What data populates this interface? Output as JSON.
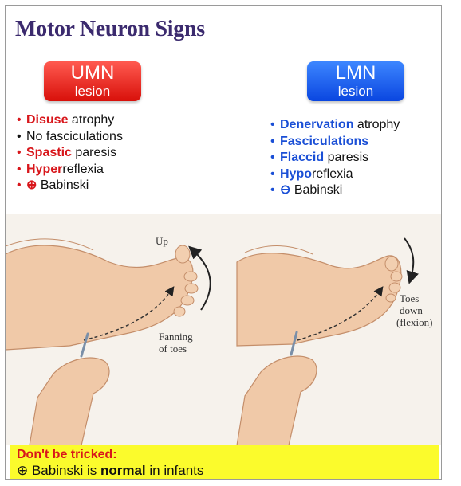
{
  "title": "Motor Neuron Signs",
  "umn": {
    "badge_top": "UMN",
    "badge_bottom": "lesion",
    "items": [
      {
        "bold": "Disuse",
        "rest": " atrophy"
      },
      {
        "bold": "",
        "rest": "No fasciculations"
      },
      {
        "bold": "Spastic",
        "rest": " paresis"
      },
      {
        "bold": "Hyper",
        "rest": "reflexia"
      },
      {
        "bold": "⊕",
        "rest": " Babinski"
      }
    ]
  },
  "lmn": {
    "badge_top": "LMN",
    "badge_bottom": "lesion",
    "items": [
      {
        "bold": "Denervation",
        "rest": " atrophy"
      },
      {
        "bold": "Fasciculations",
        "rest": ""
      },
      {
        "bold": "Flaccid",
        "rest": " paresis"
      },
      {
        "bold": "Hypo",
        "rest": "reflexia"
      },
      {
        "bold": "⊖",
        "rest": " Babinski"
      }
    ]
  },
  "illustration": {
    "left_up": "Up",
    "left_fan_1": "Fanning",
    "left_fan_2": "of toes",
    "right_1": "Toes",
    "right_2": "down",
    "right_3": "(flexion)"
  },
  "callout": {
    "heading": "Don't be tricked:",
    "pre": "⊕ Babinski is ",
    "bold": "normal",
    "post": " in infants"
  },
  "colors": {
    "umn": "#d8161b",
    "lmn": "#1a4fd6",
    "title": "#3b2a6e",
    "callout_bg": "#fbfb2c"
  }
}
